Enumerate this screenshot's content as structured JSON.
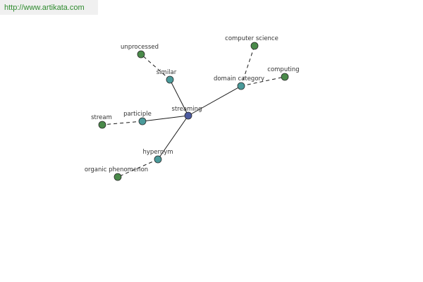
{
  "source": {
    "url_text": "http://www.artikata.com",
    "link_color": "#2e8b2e"
  },
  "graph": {
    "colors": {
      "center_node": "#4b5aa0",
      "relation_node": "#4a9a9a",
      "leaf_node": "#4a8a4a",
      "node_stroke": "#2a2a2a",
      "edge": "#1a1a1a",
      "label": "#333333"
    },
    "nodes": [
      {
        "id": "streaming",
        "label": "streaming",
        "kind": "center"
      },
      {
        "id": "similar",
        "label": "similar",
        "kind": "relation"
      },
      {
        "id": "domain-category",
        "label": "domain category",
        "kind": "relation"
      },
      {
        "id": "participle",
        "label": "participle",
        "kind": "relation"
      },
      {
        "id": "hypernym",
        "label": "hypernym",
        "kind": "relation"
      },
      {
        "id": "unprocessed",
        "label": "unprocessed",
        "kind": "leaf"
      },
      {
        "id": "computer-science",
        "label": "computer science",
        "kind": "leaf"
      },
      {
        "id": "computing",
        "label": "computing",
        "kind": "leaf"
      },
      {
        "id": "stream",
        "label": "stream",
        "kind": "leaf"
      },
      {
        "id": "organic-phenomenon",
        "label": "organic phenomenon",
        "kind": "leaf"
      }
    ],
    "edges": [
      {
        "from": "streaming",
        "to": "similar",
        "style": "solid"
      },
      {
        "from": "streaming",
        "to": "domain-category",
        "style": "solid"
      },
      {
        "from": "streaming",
        "to": "participle",
        "style": "solid"
      },
      {
        "from": "streaming",
        "to": "hypernym",
        "style": "solid"
      },
      {
        "from": "similar",
        "to": "unprocessed",
        "style": "dashed"
      },
      {
        "from": "domain-category",
        "to": "computer-science",
        "style": "dashed"
      },
      {
        "from": "domain-category",
        "to": "computing",
        "style": "dashed"
      },
      {
        "from": "participle",
        "to": "stream",
        "style": "dashed"
      },
      {
        "from": "hypernym",
        "to": "organic-phenomenon",
        "style": "dashed"
      }
    ]
  }
}
